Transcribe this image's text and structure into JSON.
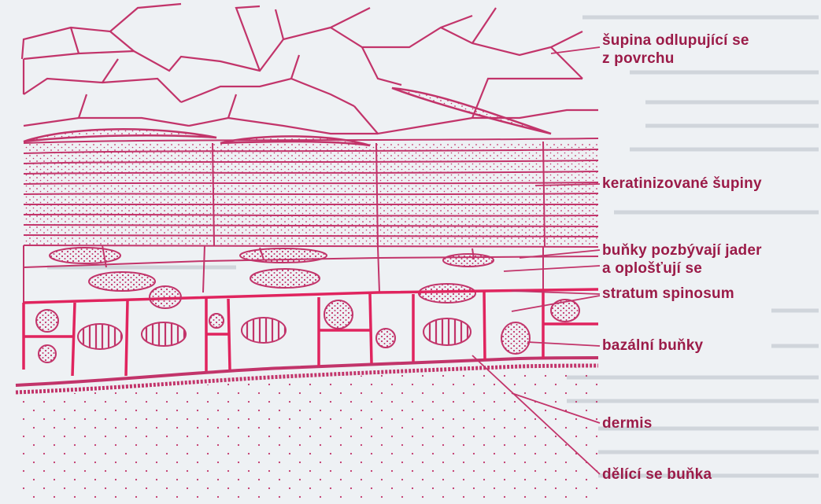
{
  "colors": {
    "paper": "#eef1f4",
    "ink": "#c2346a",
    "label": "#9b1b48",
    "faded_text": "#9aa3ad"
  },
  "labels": {
    "scale_peeling": [
      "šupina odlupující se",
      "z povrchu"
    ],
    "keratinized_scales": "keratinizované šupiny",
    "losing_nuclei": [
      "buňky pozbývají jader",
      "a oplošťují se"
    ],
    "stratum_spinosum": "stratum spinosum",
    "basal_cells": "bazální buňky",
    "dermis": "dermis",
    "dividing_cell": "dělící se buňka"
  }
}
